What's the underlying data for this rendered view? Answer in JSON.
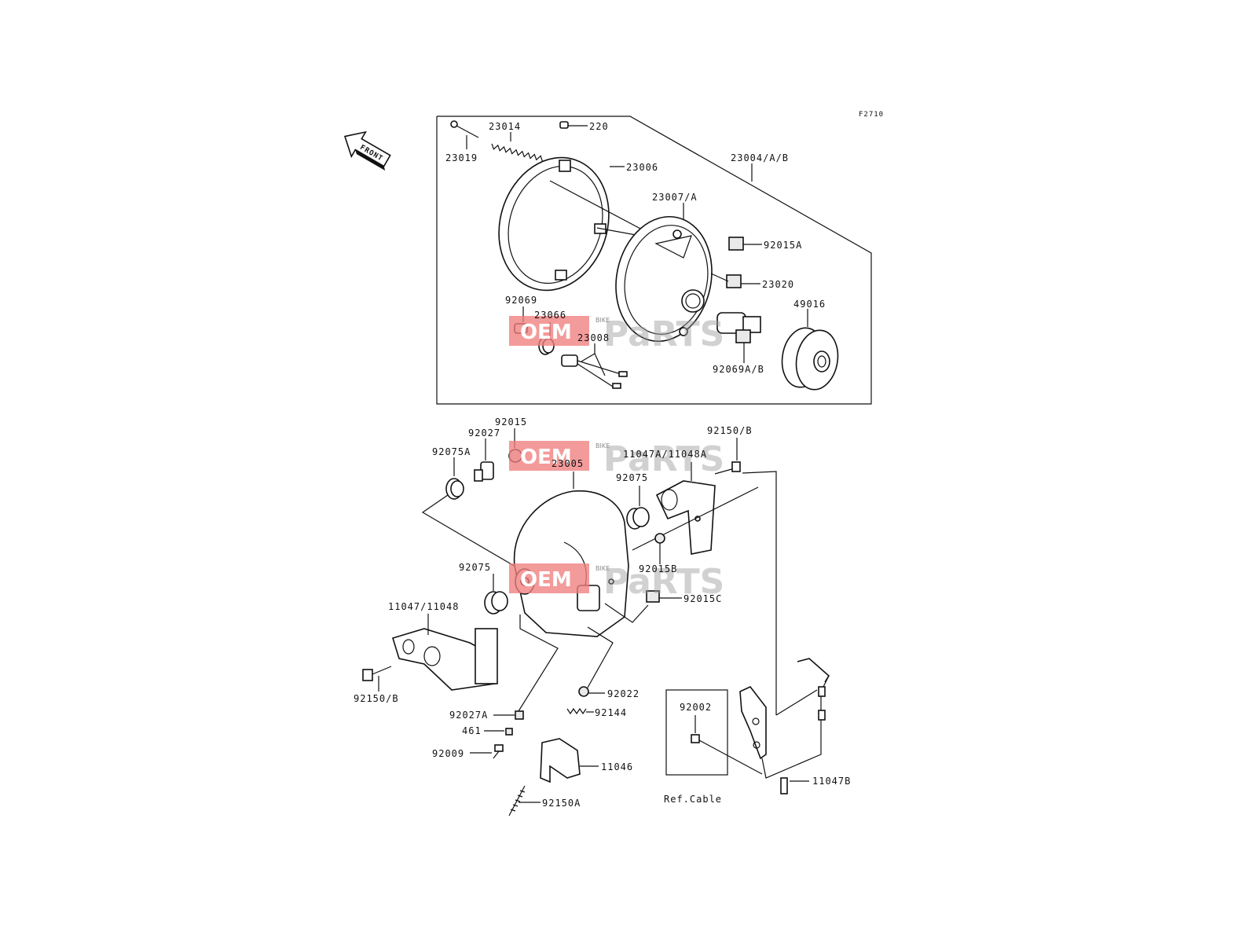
{
  "figure_code": "F2710",
  "front_label": "FRONT",
  "watermark": {
    "oem": "OEM",
    "bike": "BIKE",
    "parts": "PaRTS"
  },
  "ref_note": "Ref.Cable",
  "labels": {
    "p23014": "23014",
    "p220": "220",
    "p23019": "23019",
    "p23006": "23006",
    "p23004": "23004/A/B",
    "p23007": "23007/A",
    "p92015A": "92015A",
    "p23020": "23020",
    "p92069": "92069",
    "p23066": "23066",
    "p49016": "49016",
    "p23008": "23008",
    "p92069AB": "92069A/B",
    "p92015": "92015",
    "p92027": "92027",
    "p92150B_top": "92150/B",
    "p92075A": "92075A",
    "p11047A": "11047A/11048A",
    "p23005": "23005",
    "p92075_top": "92075",
    "p92015B": "92015B",
    "p92075_left": "92075",
    "p92015C": "92015C",
    "p11047": "11047/11048",
    "p92150B_left": "92150/B",
    "p92022": "92022",
    "p92002": "92002",
    "p92027A": "92027A",
    "p92144": "92144",
    "p461": "461",
    "p92009": "92009",
    "p11046": "11046",
    "p11047B": "11047B",
    "p92150A": "92150A"
  }
}
